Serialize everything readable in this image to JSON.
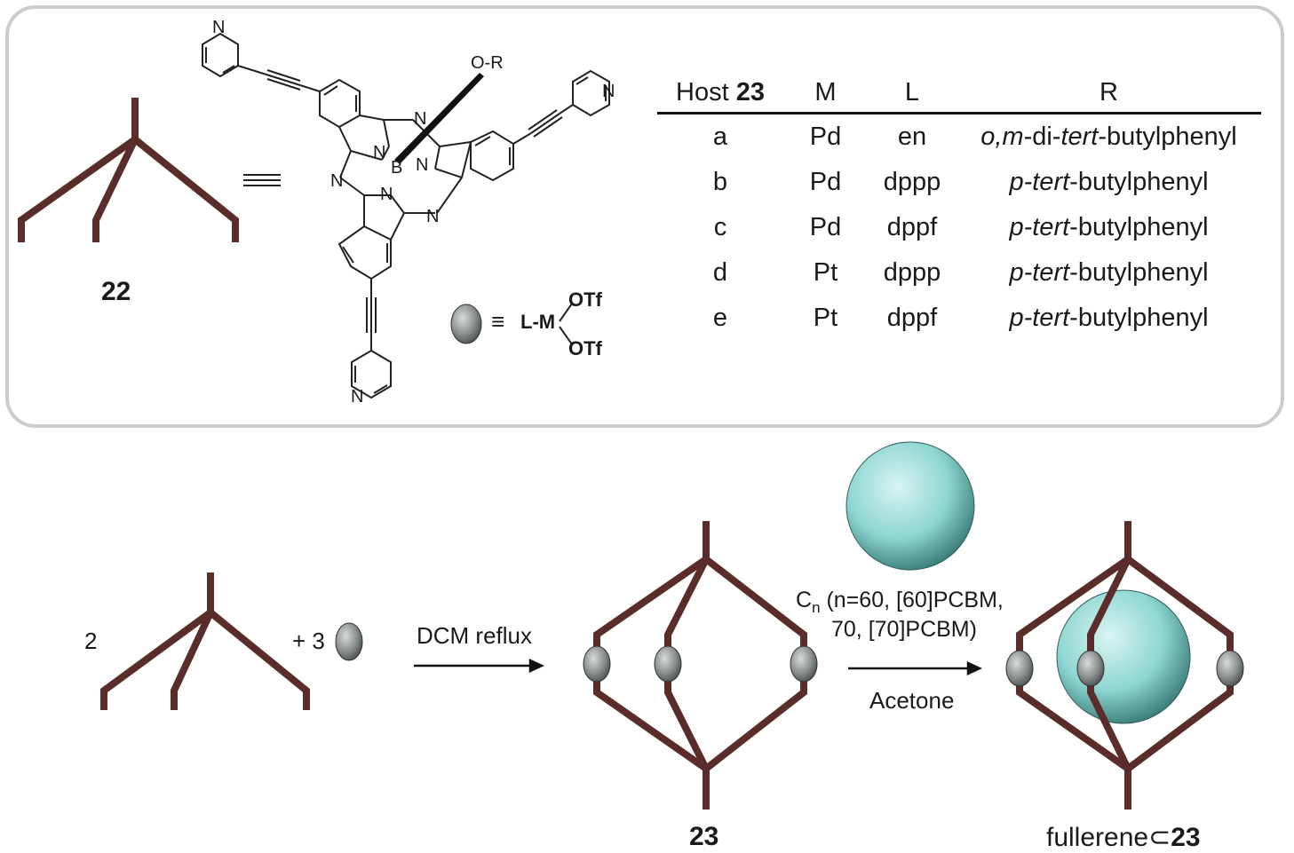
{
  "colors": {
    "ligand": "#5a2d2a",
    "metal": "#8a8f8f",
    "fullerene": "#8fd6d2",
    "panel_border": "#c9ccc9"
  },
  "top_panel": {
    "compound_label": "22",
    "equivalence_symbol": "≡",
    "structure": {
      "pyridine_n": "N",
      "ring_n": "N",
      "boron": "B",
      "axial_group": "O-R"
    },
    "metal_legend": {
      "symbol": "≡",
      "lm": "L-M",
      "otf_top": "OTf",
      "otf_bottom": "OTf"
    },
    "table": {
      "headers": {
        "host_prefix": "Host ",
        "host_bold": "23",
        "m": "M",
        "l": "L",
        "r": "R"
      },
      "rows": [
        {
          "host": "a",
          "m": "Pd",
          "l": "en",
          "r_italic": "o,m",
          "r_mid": "-di-",
          "r_italic2": "tert",
          "r_tail": "-butylphenyl"
        },
        {
          "host": "b",
          "m": "Pd",
          "l": "dppp",
          "r_italic": "p-tert",
          "r_mid": "",
          "r_italic2": "",
          "r_tail": "-butylphenyl"
        },
        {
          "host": "c",
          "m": "Pd",
          "l": "dppf",
          "r_italic": "p-tert",
          "r_mid": "",
          "r_italic2": "",
          "r_tail": "-butylphenyl"
        },
        {
          "host": "d",
          "m": "Pt",
          "l": "dppp",
          "r_italic": "p-tert",
          "r_mid": "",
          "r_italic2": "",
          "r_tail": "-butylphenyl"
        },
        {
          "host": "e",
          "m": "Pt",
          "l": "dppf",
          "r_italic": "p-tert",
          "r_mid": "",
          "r_italic2": "",
          "r_tail": "-butylphenyl"
        }
      ]
    }
  },
  "scheme": {
    "coefficient_ligand": "2",
    "coefficient_metal": "+ 3",
    "step1_reagent": "DCM reflux",
    "step2_guest_c": "C",
    "step2_guest_sub": "n",
    "step2_guest_line1": " (n=60, [60]PCBM,",
    "step2_guest_line2": "70, [70]PCBM)",
    "step2_solvent": "Acetone",
    "cage_label": "23",
    "complex_label_prefix": "fullerene⊂",
    "complex_label_bold": "23"
  }
}
